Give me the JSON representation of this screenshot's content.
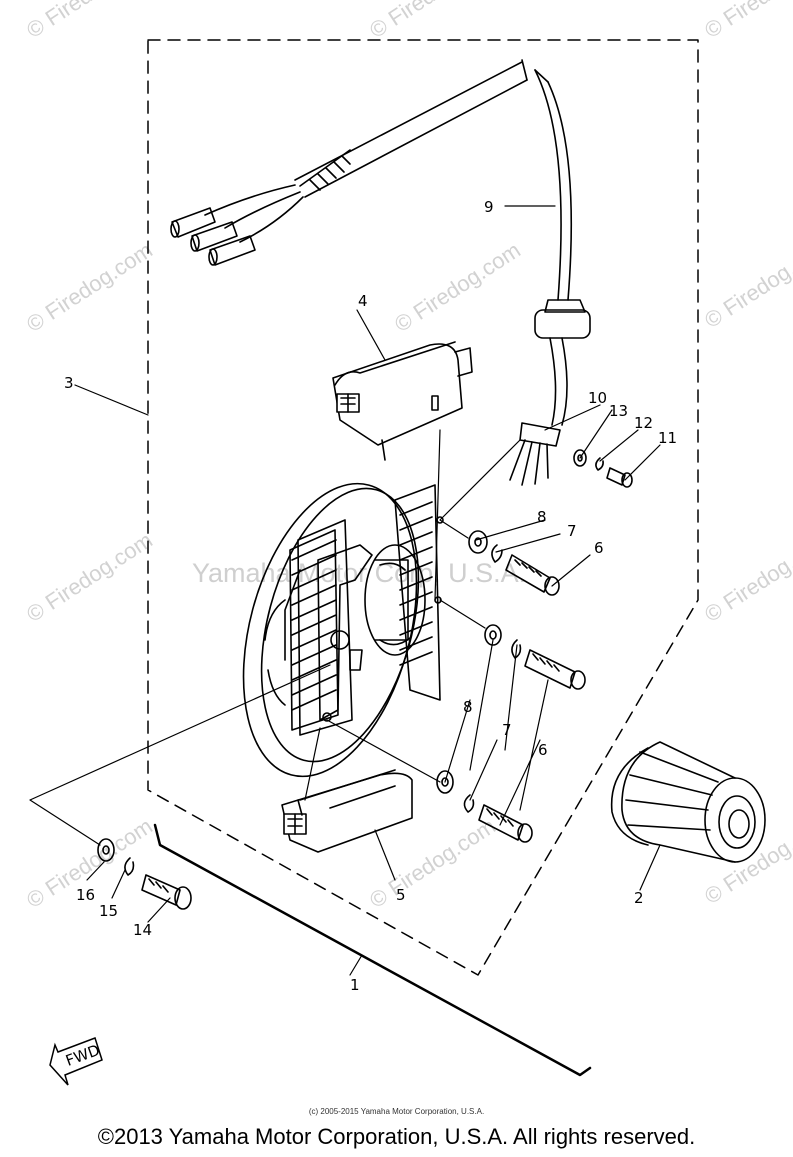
{
  "watermarks": {
    "brand": "© Firedog.com",
    "center": "Yamaha Motor Corp, U.S.A."
  },
  "diagram": {
    "callouts": [
      "1",
      "2",
      "3",
      "4",
      "5",
      "6",
      "6",
      "6",
      "7",
      "7",
      "8",
      "8",
      "9",
      "10",
      "11",
      "12",
      "13",
      "14",
      "15",
      "16"
    ],
    "fwd_label": "FWD"
  },
  "footer": {
    "small": "(c) 2005-2015 Yamaha Motor Corporation, U.S.A.",
    "main": "©2013 Yamaha Motor Corporation, U.S.A. All rights reserved."
  },
  "colors": {
    "ink": "#000000",
    "watermark": "#d2d2d2"
  }
}
